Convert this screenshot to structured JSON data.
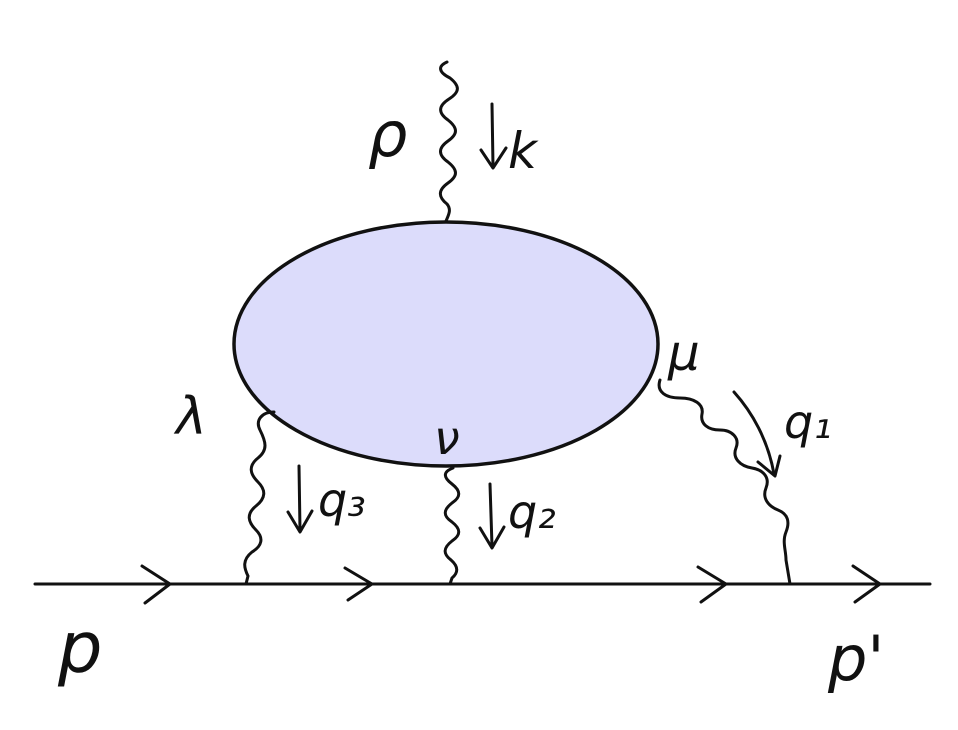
{
  "colors": {
    "ink": "#111111",
    "blob_fill": "#dcdcfb",
    "background": "#ffffff"
  },
  "labels": {
    "p_in": "p",
    "p_out": "p'",
    "rho": "ρ",
    "k": "k",
    "lambda": "λ",
    "nu": "ν",
    "mu": "μ",
    "q1": "q₁",
    "q2": "q₂",
    "q3": "q₃"
  }
}
